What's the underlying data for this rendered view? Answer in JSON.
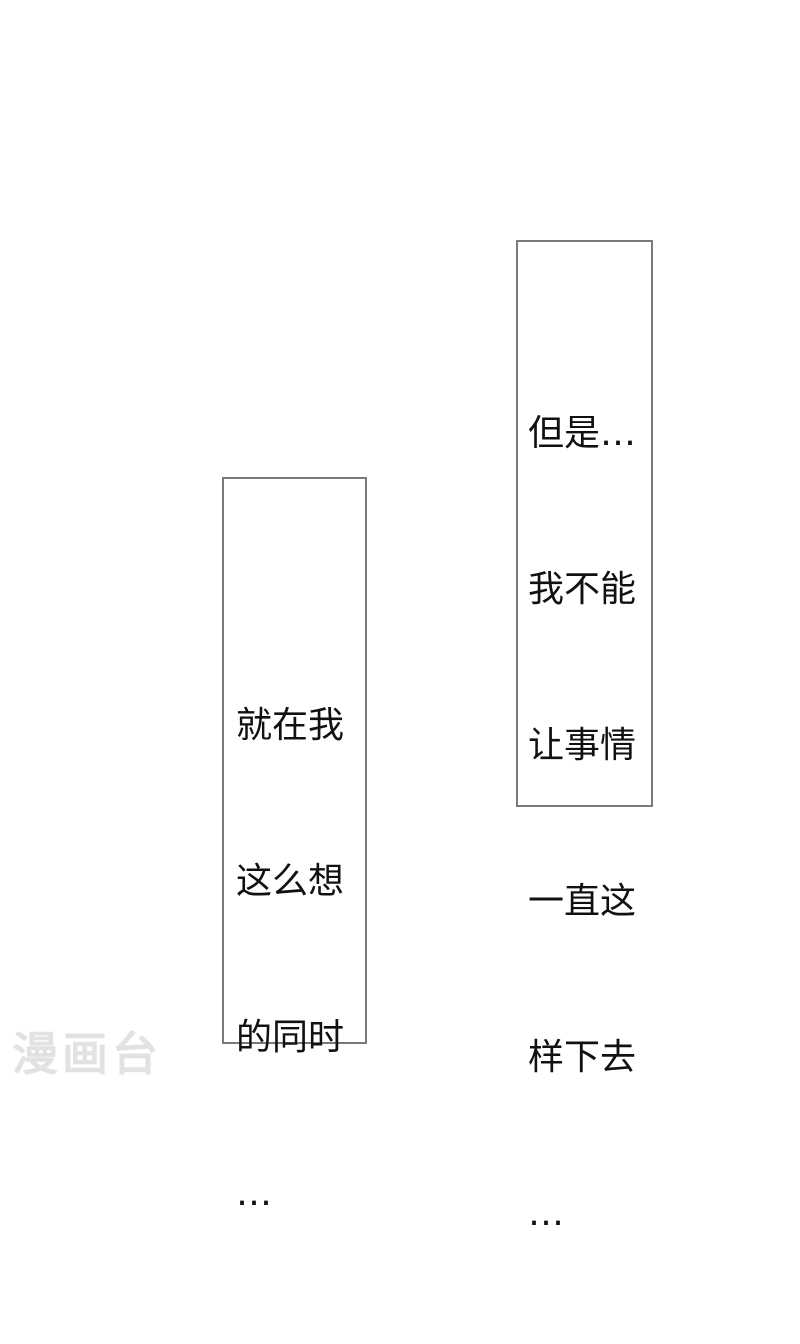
{
  "panels": [
    {
      "id": "right",
      "lines": [
        "但是…",
        "我不能",
        "让事情",
        "一直这",
        "样下去",
        "…"
      ]
    },
    {
      "id": "left",
      "lines": [
        "就在我",
        "这么想",
        "的同时",
        "…"
      ]
    }
  ],
  "watermark": "漫画台",
  "colors": {
    "background": "#ffffff",
    "box_border": "#7a7a7a",
    "text": "#111111",
    "watermark": "#e2e2e2"
  }
}
